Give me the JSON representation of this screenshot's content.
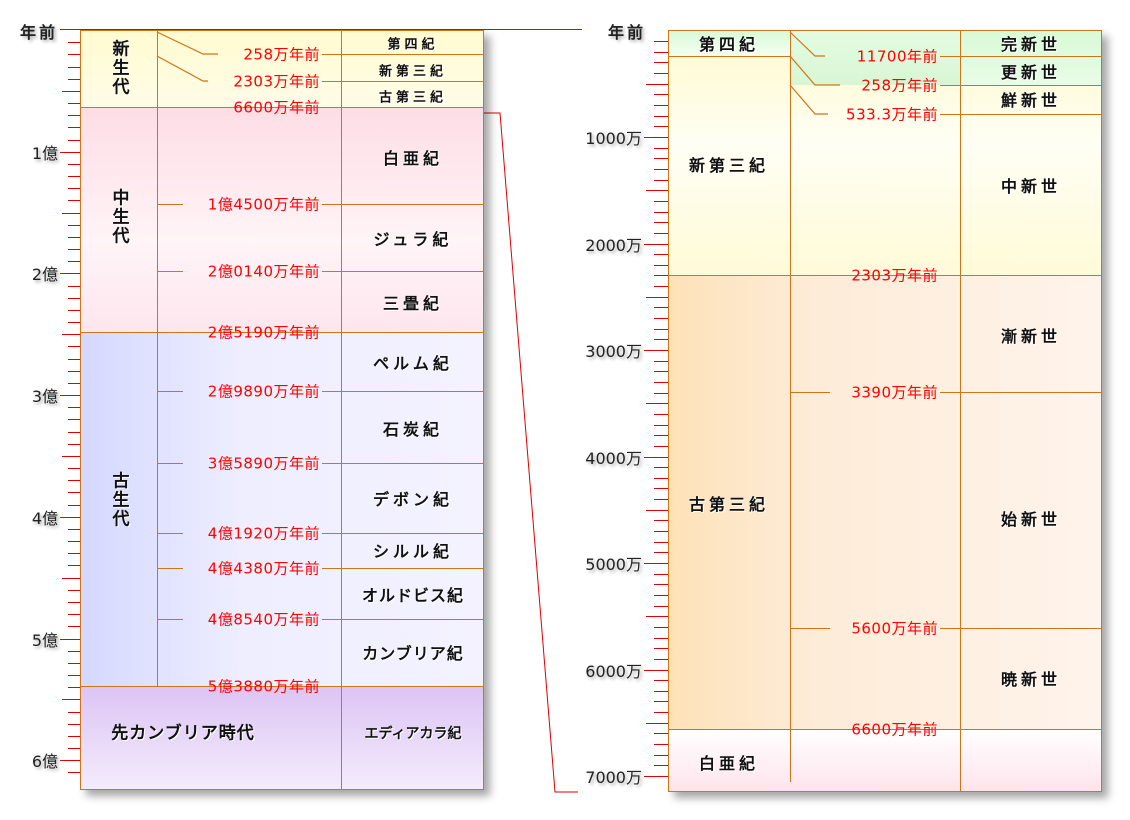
{
  "left": {
    "axis_title": "年前",
    "axis_labels": [
      "1億",
      "2億",
      "3億",
      "4億",
      "5億",
      "6億"
    ],
    "eras": [
      "新生代",
      "中生代",
      "古生代",
      "先カンブリア時代"
    ],
    "periods": [
      "第四紀",
      "新第三紀",
      "古第三紀",
      "白亜紀",
      "ジュラ紀",
      "三畳紀",
      "ペルム紀",
      "石炭紀",
      "デボン紀",
      "シルル紀",
      "オルドビス紀",
      "カンブリア紀",
      "エディアカラ紀"
    ],
    "dates": [
      "258万年前",
      "2303万年前",
      "6600万年前",
      "1億4500万年前",
      "2億0140万年前",
      "2億5190万年前",
      "2億9890万年前",
      "3億5890万年前",
      "4億1920万年前",
      "4億4380万年前",
      "4億8540万年前",
      "5億3880万年前"
    ]
  },
  "right": {
    "axis_title": "年前",
    "axis_labels": [
      "1000万",
      "2000万",
      "3000万",
      "4000万",
      "5000万",
      "6000万",
      "7000万"
    ],
    "periods": [
      "第四紀",
      "新第三紀",
      "古第三紀",
      "白亜紀"
    ],
    "epochs": [
      "完新世",
      "更新世",
      "鮮新世",
      "中新世",
      "漸新世",
      "始新世",
      "暁新世"
    ],
    "dates": [
      "11700年前",
      "258万年前",
      "533.3万年前",
      "2303万年前",
      "3390万年前",
      "5600万年前",
      "6600万年前"
    ]
  },
  "colors": {
    "border": "#d07418",
    "date_text": "#ff0000",
    "tick": "#e00000"
  }
}
